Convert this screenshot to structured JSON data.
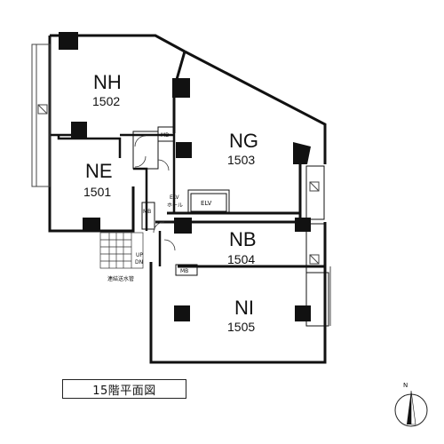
{
  "units": [
    {
      "name": "NH",
      "number": "1502"
    },
    {
      "name": "NG",
      "number": "1503"
    },
    {
      "name": "NE",
      "number": "1501"
    },
    {
      "name": "NB",
      "number": "1504"
    },
    {
      "name": "NI",
      "number": "1505"
    }
  ],
  "labels": {
    "elv_room": "ELV",
    "elv_hall_line1": "ELV",
    "elv_hall_line2": "ホール",
    "mb": "MB",
    "up": "UP",
    "dn": "DN",
    "standpipe": "連結送水管",
    "floor": "15階平面図",
    "north": "N"
  }
}
